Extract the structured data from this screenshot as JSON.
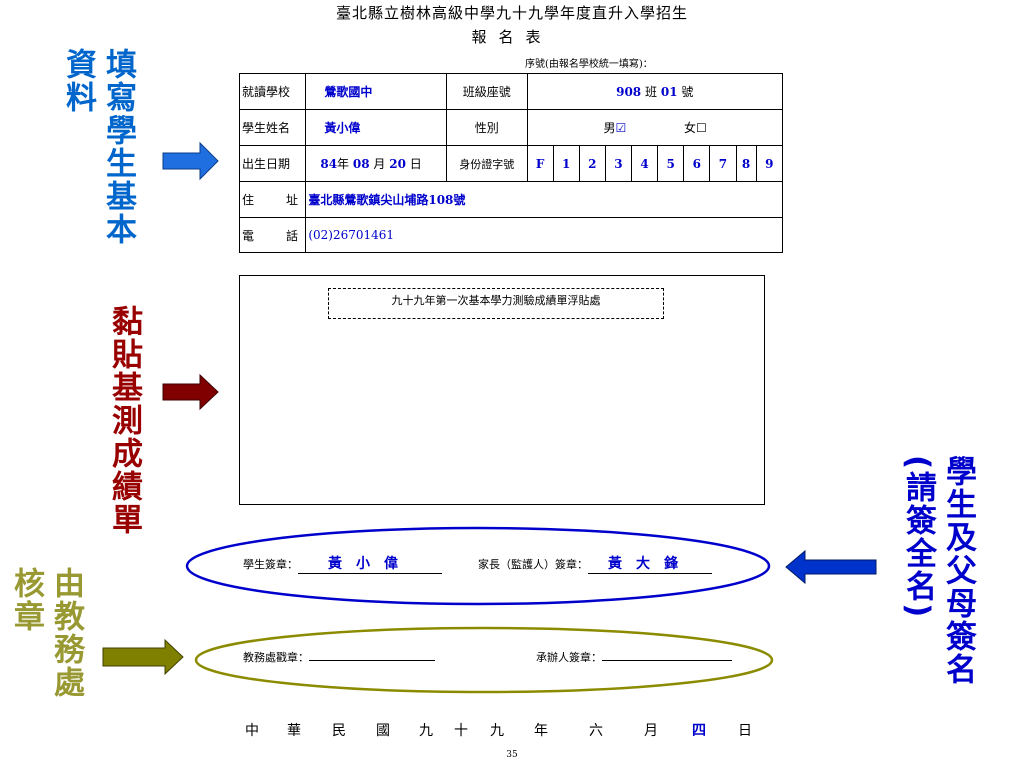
{
  "header": {
    "title": "臺北縣立樹林高級中學九十九學年度直升入學招生",
    "subtitle": "報名表",
    "serial_note": "序號(由報名學校統一填寫)："
  },
  "form": {
    "school_label": "就讀學校",
    "school_value": "鶯歌國中",
    "class_label": "班級座號",
    "class_num": "908",
    "class_unit": "班",
    "seat_num": "01",
    "seat_unit": "號",
    "name_label": "學生姓名",
    "name_value": "黃小偉",
    "gender_label": "性別",
    "male_label": "男",
    "male_mark": "☑",
    "female_label": "女",
    "female_mark": "☐",
    "birth_label": "出生日期",
    "birth_year": "84",
    "year_unit": "年",
    "birth_month": "08",
    "month_unit": "月",
    "birth_day": "20",
    "day_unit": "日",
    "id_label": "身份證字號",
    "id_chars": [
      "F",
      "1",
      "2",
      "3",
      "4",
      "5",
      "6",
      "7",
      "8",
      "9"
    ],
    "address_label_1": "住",
    "address_label_2": "址",
    "address_value": "臺北縣鶯歌鎮尖山埔路108號",
    "phone_label_1": "電",
    "phone_label_2": "話",
    "phone_value": "(02)26701461"
  },
  "paste_area": {
    "label": "九十九年第一次基本學力測驗成績單浮貼處"
  },
  "signatures": {
    "student_label": "學生簽章：",
    "student_name": "黃小偉",
    "parent_label": "家長（監護人）簽章：",
    "parent_name": "黃大鋒",
    "office_label": "教務處戳章：",
    "handler_label": "承辦人簽章："
  },
  "date_line": {
    "chars": [
      "中",
      "華",
      "民",
      "國",
      "九",
      "十",
      "九",
      "年",
      "六",
      "月",
      "四",
      "日"
    ],
    "highlight_color": "#0000cc"
  },
  "annotations": {
    "fill_info_col1": "資料",
    "fill_info_col2": "填寫學生基本",
    "paste_score": "黏貼基測成績單",
    "sign_col1": "學生及父母簽名",
    "sign_col2": "(請簽全名)",
    "office_col1": "由教務處",
    "office_col2": "核章"
  },
  "colors": {
    "arrow_blue": "#1f6fe0",
    "arrow_red": "#800000",
    "arrow_olive": "#808000",
    "ellipse_blue": "#0000cc",
    "ellipse_olive": "#8b8b00",
    "fill_value_blue": "#0000cc"
  },
  "page_number": "35"
}
